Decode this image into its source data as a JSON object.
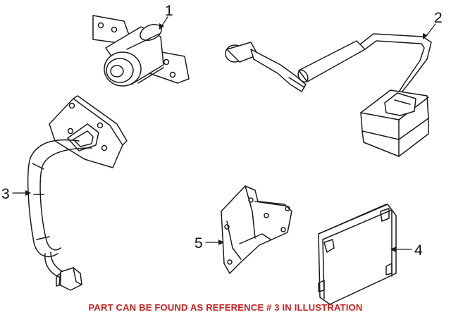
{
  "callouts": {
    "1": "1",
    "2": "2",
    "3": "3",
    "4": "4",
    "5": "5"
  },
  "footer_note": "PART CAN BE FOUND AS REFERENCE # 3 IN ILLUSTRATION",
  "colors": {
    "line": "#1a1a1a",
    "footer_text": "#cc1f1f"
  }
}
